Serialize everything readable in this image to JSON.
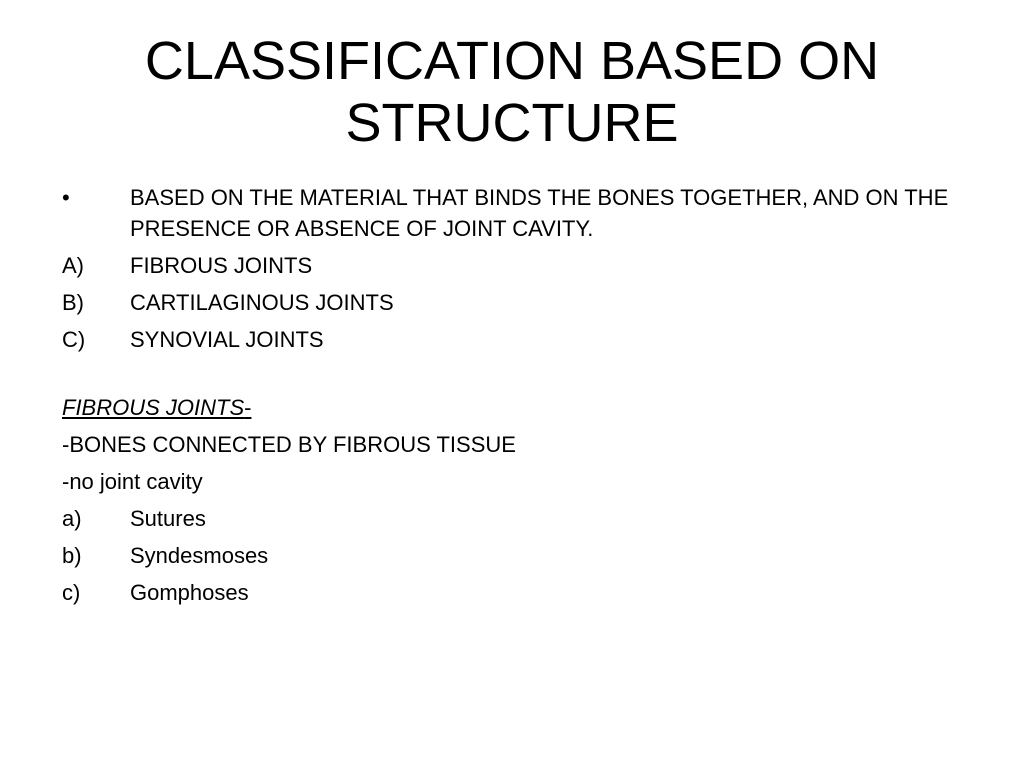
{
  "slide": {
    "title_lines": [
      "CLASSIFICATION BASED ON",
      "STRUCTURE"
    ],
    "bullet": {
      "marker": "•",
      "text": "BASED ON THE MATERIAL THAT BINDS THE BONES TOGETHER, AND ON THE PRESENCE OR ABSENCE OF JOINT CAVITY."
    },
    "joint_types": [
      {
        "marker": "A)",
        "text": "FIBROUS JOINTS"
      },
      {
        "marker": "B)",
        "text": "CARTILAGINOUS JOINTS"
      },
      {
        "marker": "C)",
        "text": "SYNOVIAL JOINTS"
      }
    ],
    "fibrous_heading": "FIBROUS JOINTS",
    "fibrous_heading_suffix": "-",
    "fibrous_notes": [
      "-BONES CONNECTED BY FIBROUS TISSUE",
      "-no joint cavity"
    ],
    "fibrous_types": [
      {
        "marker": "a)",
        "text": "Sutures"
      },
      {
        "marker": "b)",
        "text": "Syndesmoses"
      },
      {
        "marker": "c)",
        "text": "Gomphoses"
      }
    ]
  }
}
